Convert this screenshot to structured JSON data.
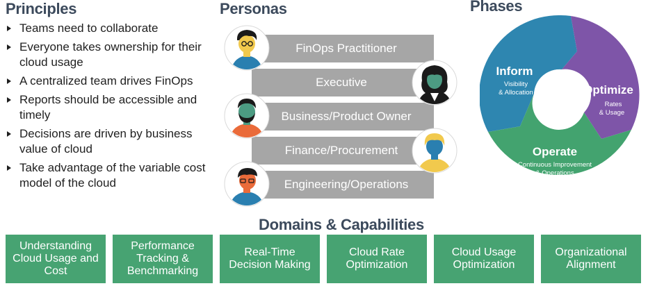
{
  "principles": {
    "heading": "Principles",
    "items": [
      {
        "text": "Teams need to collaborate"
      },
      {
        "text": "Everyone takes ownership for their cloud usage"
      },
      {
        "text": "A centralized team drives FinOps"
      },
      {
        "text": "Reports should be accessible and timely"
      },
      {
        "text": "Decisions are driven by business value of cloud"
      },
      {
        "text": "Take advantage of the variable cost model of the cloud"
      }
    ]
  },
  "personas": {
    "heading": "Personas",
    "items": [
      {
        "label": "FinOps Practitioner"
      },
      {
        "label": "Executive"
      },
      {
        "label": "Business/Product Owner"
      },
      {
        "label": "Finance/Procurement"
      },
      {
        "label": "Engineering/Operations"
      }
    ]
  },
  "phases": {
    "heading": "Phases",
    "items": [
      {
        "name": "Inform",
        "description_line1": "Visibility",
        "description_line2": "& Allocation",
        "color": "#2e86b0"
      },
      {
        "name": "Optimize",
        "description_line1": "Rates",
        "description_line2": "& Usage",
        "color": "#7e55a8"
      },
      {
        "name": "Operate",
        "description_line1": "Continuous Improvement",
        "description_line2": "& Operations",
        "color": "#43a36f"
      }
    ]
  },
  "domains": {
    "heading": "Domains & Capabilities",
    "color": "#47a372",
    "items": [
      {
        "label": "Understanding Cloud Usage and Cost"
      },
      {
        "label": "Performance Tracking & Benchmarking"
      },
      {
        "label": "Real-Time Decision Making"
      },
      {
        "label": "Cloud Rate Optimization"
      },
      {
        "label": "Cloud Usage Optimization"
      },
      {
        "label": "Organizational Alignment"
      }
    ]
  }
}
